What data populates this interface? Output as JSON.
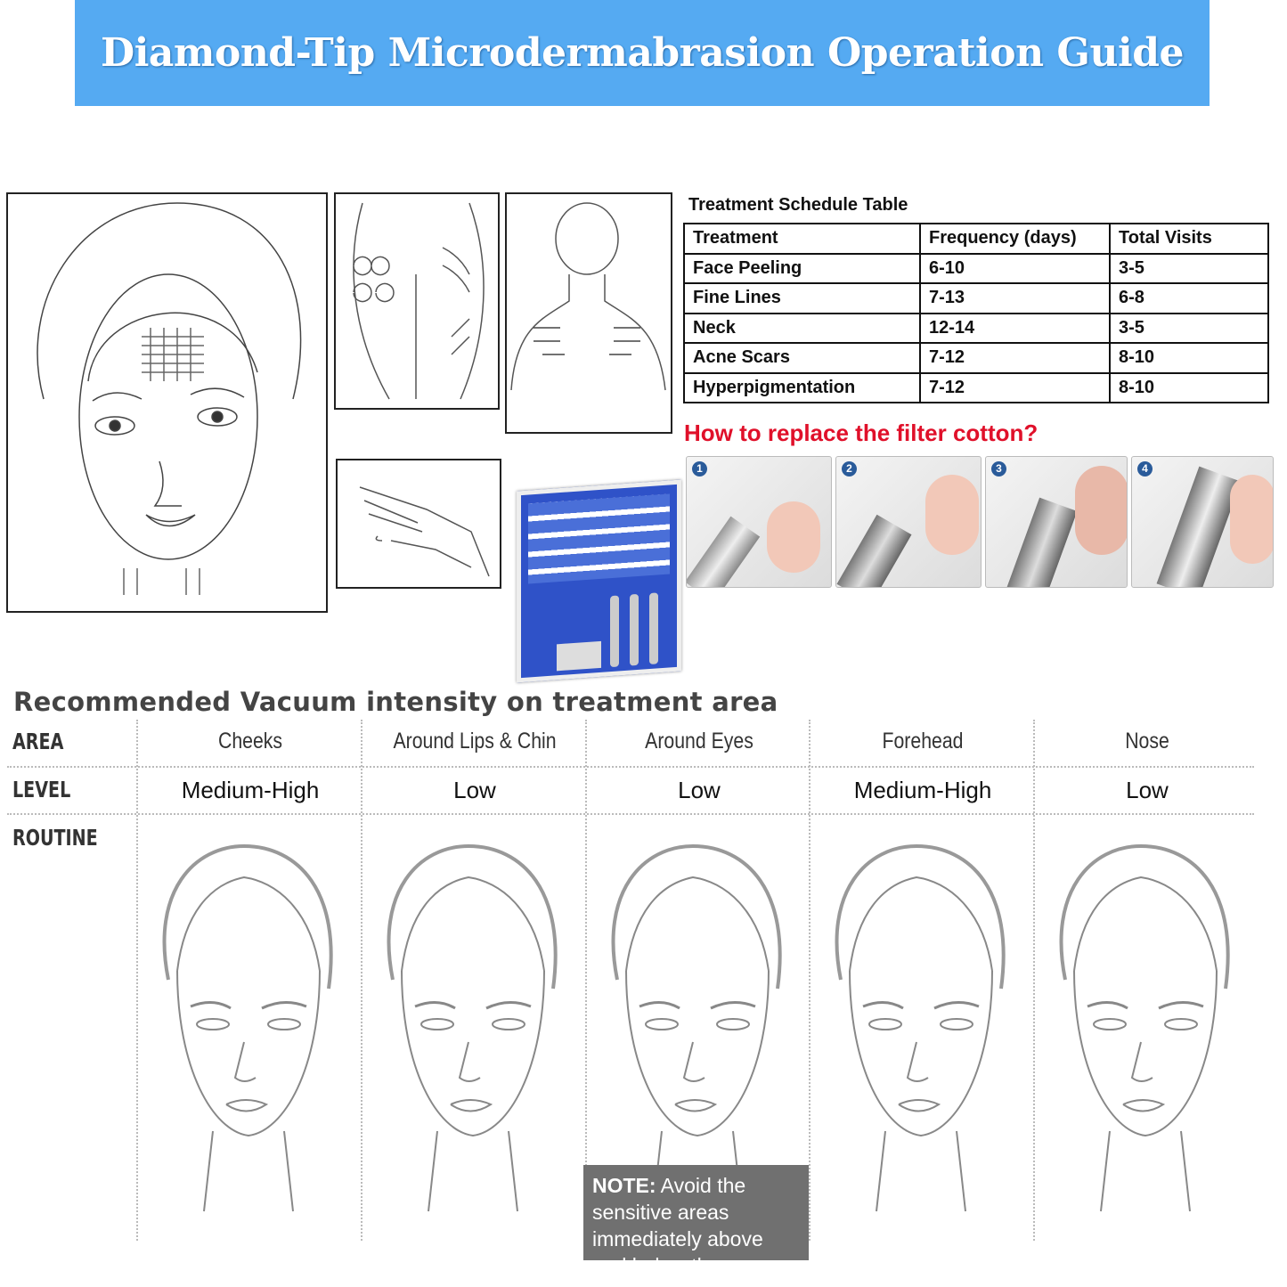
{
  "header": {
    "title": "Diamond-Tip Microdermabrasion Operation Guide",
    "bg_color": "#55aaf2"
  },
  "schedule": {
    "title": "Treatment Schedule Table",
    "columns": [
      "Treatment",
      "Frequency (days)",
      "Total Visits"
    ],
    "rows": [
      [
        "Face Peeling",
        "6-10",
        "3-5"
      ],
      [
        "Fine Lines",
        "7-13",
        "6-8"
      ],
      [
        "Neck",
        "12-14",
        "3-5"
      ],
      [
        "Acne Scars",
        "7-12",
        "8-10"
      ],
      [
        "Hyperpigmentation",
        "7-12",
        "8-10"
      ]
    ]
  },
  "filter": {
    "title": "How to replace the filter cotton?",
    "title_color": "#e0102a",
    "steps": [
      "1",
      "2",
      "3",
      "4"
    ]
  },
  "vacuum": {
    "title": "Recommended Vacuum intensity on treatment area",
    "row_labels": {
      "area": "AREA",
      "level": "LEVEL",
      "routine": "ROUTINE"
    },
    "areas": [
      {
        "name": "Cheeks",
        "level": "Medium-High"
      },
      {
        "name": "Around Lips & Chin",
        "level": "Low"
      },
      {
        "name": "Around Eyes",
        "level": "Low"
      },
      {
        "name": "Forehead",
        "level": "Medium-High"
      },
      {
        "name": "Nose",
        "level": "Low"
      }
    ],
    "note_bold": "NOTE:",
    "note": " Avoid the sensitive areas immediately above and below the eye."
  }
}
